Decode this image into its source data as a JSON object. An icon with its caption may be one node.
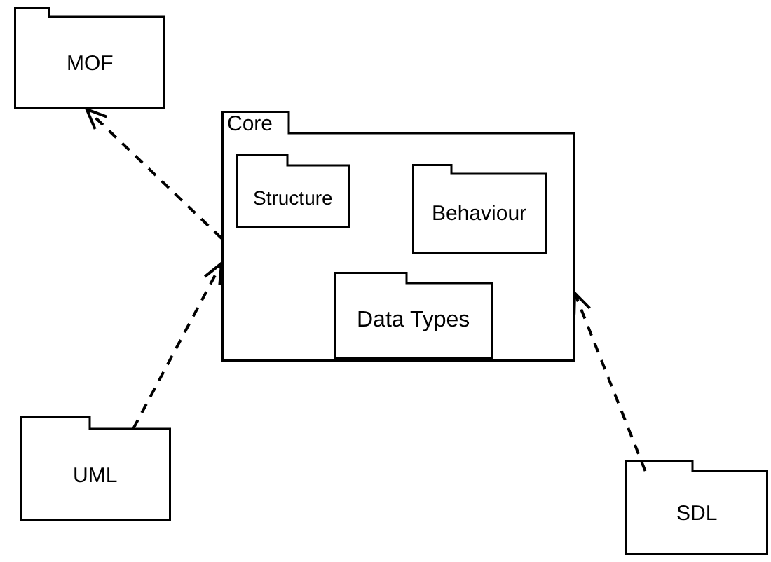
{
  "diagram": {
    "nodes": [
      {
        "text": [
          "MOF"
        ]
      },
      {
        "text": [
          "Core"
        ]
      },
      {
        "text": [
          "Structure"
        ],
        "in": 1
      },
      {
        "text": [
          "Behaviour"
        ],
        "in": 1
      },
      {
        "text": [
          "Data Types"
        ],
        "in": 1
      },
      {
        "text": [
          "UML"
        ]
      },
      {
        "text": [
          "SDL"
        ]
      }
    ],
    "edges": [
      {
        "from": 1,
        "to": 0,
        "arrow": "to",
        "style": "dashed"
      },
      {
        "from": 5,
        "to": 1,
        "arrow": "to",
        "style": "dashed"
      },
      {
        "from": 6,
        "to": 1,
        "arrow": "to",
        "style": "dashed"
      }
    ]
  }
}
